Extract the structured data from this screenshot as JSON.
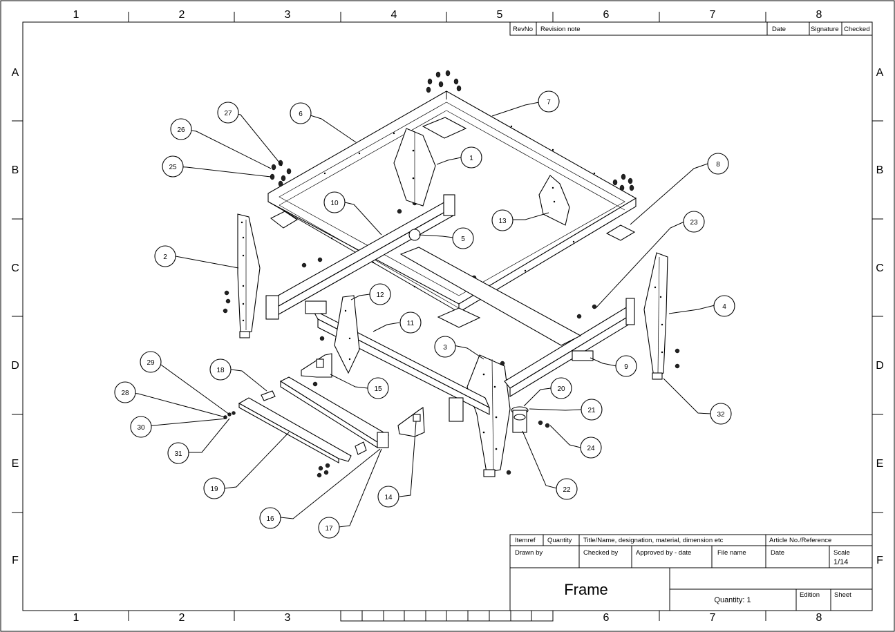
{
  "zones": {
    "columns": [
      "1",
      "2",
      "3",
      "4",
      "5",
      "6",
      "7",
      "8"
    ],
    "rows": [
      "A",
      "B",
      "C",
      "D",
      "E",
      "F"
    ]
  },
  "revision_block": {
    "rev_no": "RevNo",
    "revision_note": "Revision note",
    "date": "Date",
    "signature": "Signature",
    "checked": "Checked"
  },
  "title_block": {
    "itemref": "Itemref",
    "quantity_header": "Quantity",
    "title_header": "Title/Name, designation, material, dimension etc",
    "article_no": "Article No./Reference",
    "drawn_by": "Drawn by",
    "checked_by": "Checked by",
    "approved_by": "Approved by - date",
    "file_name": "File name",
    "date": "Date",
    "scale_label": "Scale",
    "scale_value": "1/14",
    "title": "Frame",
    "quantity_text": "Quantity: 1",
    "edition": "Edition",
    "sheet": "Sheet"
  },
  "callouts": [
    "1",
    "2",
    "3",
    "4",
    "5",
    "6",
    "7",
    "8",
    "9",
    "10",
    "11",
    "12",
    "13",
    "14",
    "15",
    "16",
    "17",
    "18",
    "19",
    "20",
    "21",
    "22",
    "23",
    "24",
    "25",
    "26",
    "27",
    "28",
    "29",
    "30",
    "31",
    "32"
  ]
}
